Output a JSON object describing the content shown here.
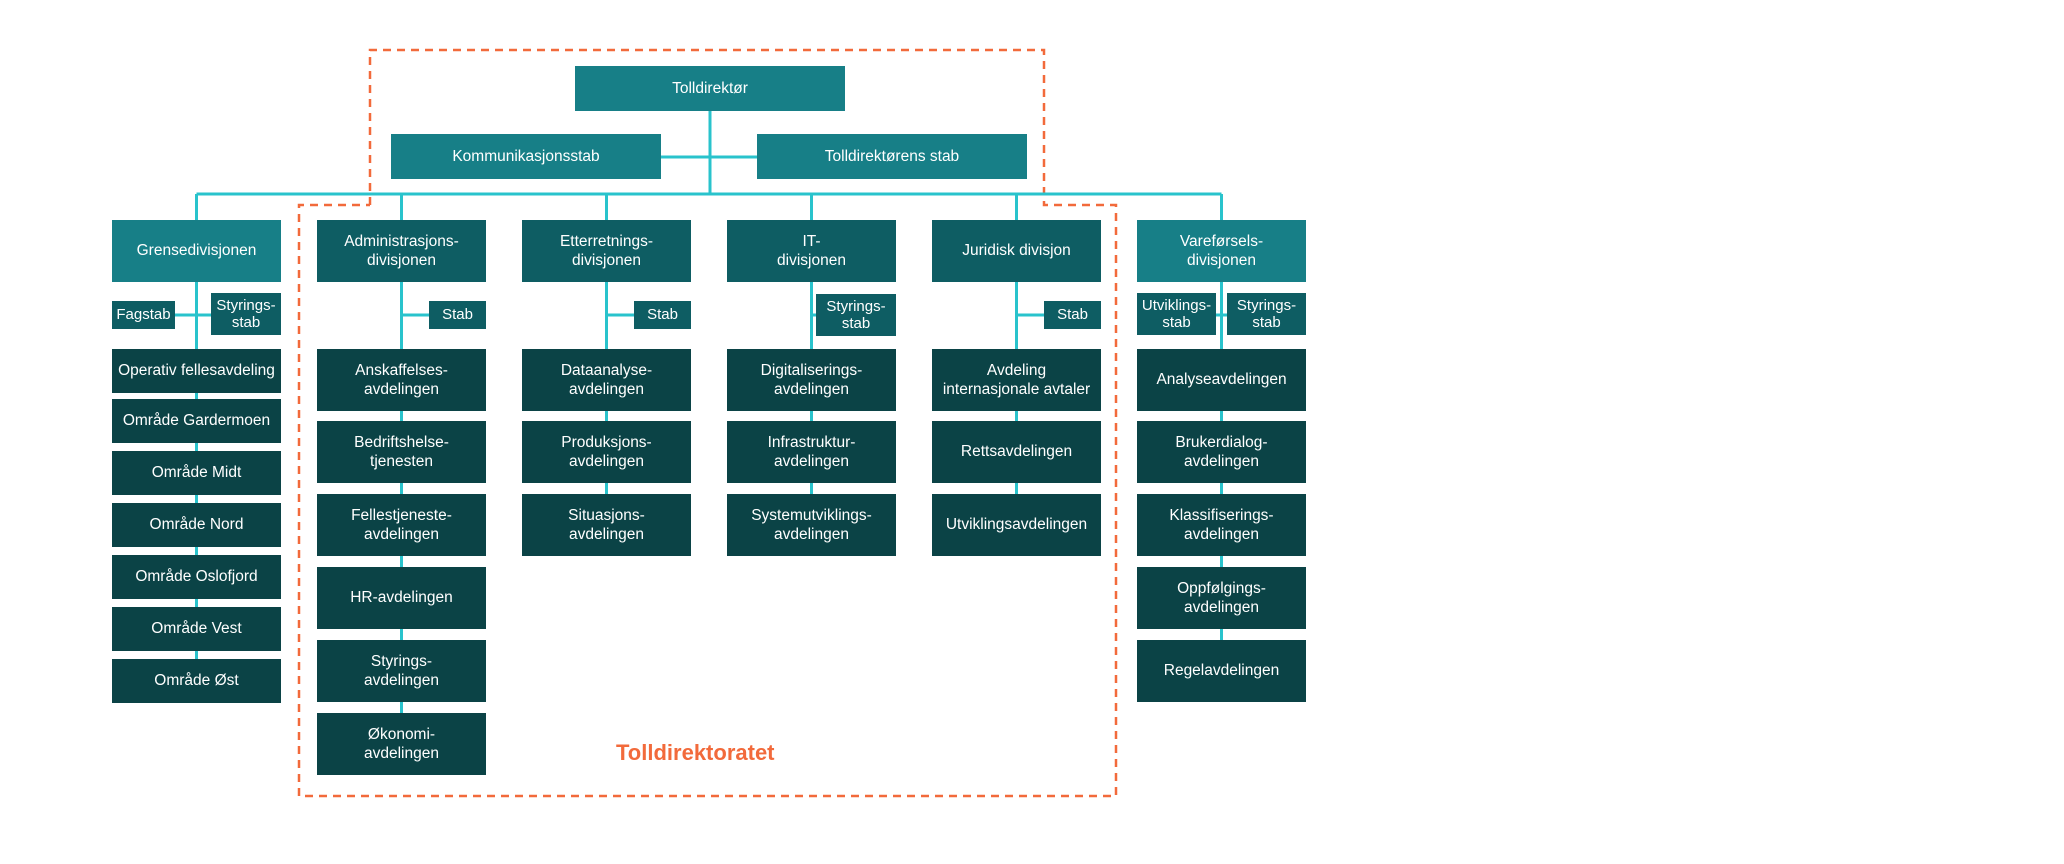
{
  "colors": {
    "connector": "#29c3cc",
    "dashed_outline": "#f26a3b",
    "top_box": "#177f87",
    "division_box": "#0e5d63",
    "department_box": "#0b4346",
    "label": "#f26a3b"
  },
  "top": {
    "director": "Tolldirektør",
    "communication_staff": "Kommunikasjonsstab",
    "director_staff": "Tolldirektørens stab"
  },
  "divisions": [
    {
      "title": "Grensedivisjonen",
      "staffs": [
        "Fagstab",
        "Styrings-\nstab"
      ],
      "departments": [
        "Operativ fellesavdeling",
        "Område Gardermoen",
        "Område Midt",
        "Område Nord",
        "Område Oslofjord",
        "Område Vest",
        "Område Øst"
      ]
    },
    {
      "title": "Administrasjons-\ndivisjonen",
      "staffs": [
        "Stab"
      ],
      "departments": [
        "Anskaffelses-\navdelingen",
        "Bedriftshelse-\ntjenesten",
        "Fellestjeneste-\navdelingen",
        "HR-avdelingen",
        "Styrings-\navdelingen",
        "Økonomi-\navdelingen"
      ]
    },
    {
      "title": "Etterretnings-\ndivisjonen",
      "staffs": [
        "Stab"
      ],
      "departments": [
        "Dataanalyse-\navdelingen",
        "Produksjons-\navdelingen",
        "Situasjons-\navdelingen"
      ]
    },
    {
      "title": "IT-\ndivisjonen",
      "staffs": [
        "Styrings-\nstab"
      ],
      "departments": [
        "Digitaliserings-\navdelingen",
        "Infrastruktur-\navdelingen",
        "Systemutviklings-\navdelingen"
      ]
    },
    {
      "title": "Juridisk divisjon",
      "staffs": [
        "Stab"
      ],
      "departments": [
        "Avdeling\ninternasjonale avtaler",
        "Rettsavdelingen",
        "Utviklingsavdelingen"
      ]
    },
    {
      "title": "Vareførsels-\ndivisjonen",
      "staffs": [
        "Utviklings-\nstab",
        "Styrings-\nstab"
      ],
      "departments": [
        "Analyseavdelingen",
        "Brukerdialog-\navdelingen",
        "Klassifiserings-\navdelingen",
        "Oppfølgings-\navdelingen",
        "Regelavdelingen"
      ]
    }
  ],
  "org_label": "Tolldirektoratet"
}
